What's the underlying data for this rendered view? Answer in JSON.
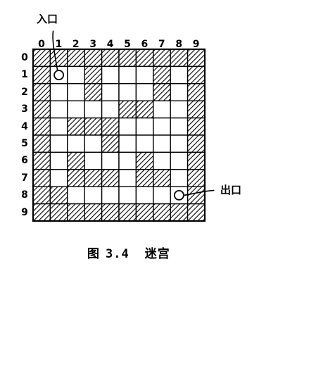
{
  "entrance_label": "入口",
  "exit_label": "出口",
  "column_labels": [
    "0",
    "1",
    "2",
    "3",
    "4",
    "5",
    "6",
    "7",
    "8",
    "9"
  ],
  "row_labels": [
    "0",
    "1",
    "2",
    "3",
    "4",
    "5",
    "6",
    "7",
    "8",
    "9"
  ],
  "caption": {
    "prefix": "图",
    "number": "3.4",
    "title": "迷宫"
  },
  "maze": {
    "rows": 10,
    "cols": 10,
    "walls": [
      [
        1,
        1,
        1,
        1,
        1,
        1,
        1,
        1,
        1,
        1
      ],
      [
        1,
        0,
        0,
        1,
        0,
        0,
        0,
        1,
        0,
        1
      ],
      [
        1,
        0,
        0,
        1,
        0,
        0,
        0,
        1,
        0,
        1
      ],
      [
        1,
        0,
        0,
        0,
        0,
        1,
        1,
        0,
        0,
        1
      ],
      [
        1,
        0,
        1,
        1,
        1,
        0,
        0,
        0,
        0,
        1
      ],
      [
        1,
        0,
        0,
        0,
        1,
        0,
        0,
        0,
        0,
        1
      ],
      [
        1,
        0,
        1,
        0,
        0,
        0,
        1,
        0,
        0,
        1
      ],
      [
        1,
        0,
        1,
        1,
        1,
        0,
        1,
        1,
        0,
        1
      ],
      [
        1,
        1,
        0,
        0,
        0,
        0,
        0,
        0,
        0,
        1
      ],
      [
        1,
        1,
        1,
        1,
        1,
        1,
        1,
        1,
        1,
        1
      ]
    ],
    "entrance": {
      "row": 1,
      "col": 1
    },
    "exit": {
      "row": 8,
      "col": 8
    }
  }
}
